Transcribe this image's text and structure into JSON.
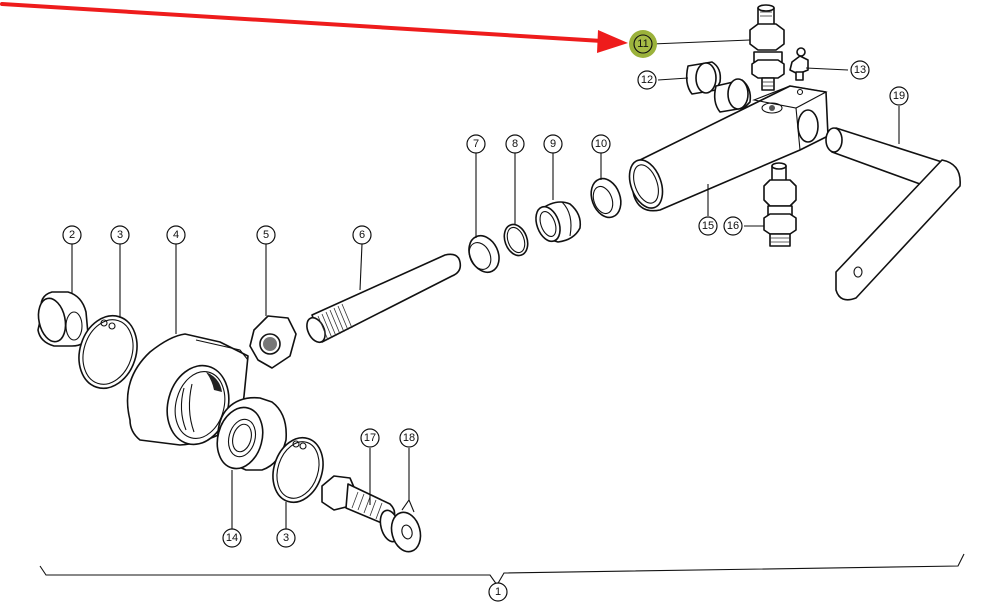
{
  "diagram": {
    "type": "exploded-parts-diagram",
    "highlight": {
      "callout": "11",
      "arrow_color": "#ee1c1c",
      "marker_color": "#9bb23b"
    },
    "callouts": [
      {
        "id": "1",
        "label": "1"
      },
      {
        "id": "2",
        "label": "2"
      },
      {
        "id": "3a",
        "label": "3"
      },
      {
        "id": "3b",
        "label": "3"
      },
      {
        "id": "4",
        "label": "4"
      },
      {
        "id": "5",
        "label": "5"
      },
      {
        "id": "6",
        "label": "6"
      },
      {
        "id": "7",
        "label": "7"
      },
      {
        "id": "8",
        "label": "8"
      },
      {
        "id": "9",
        "label": "9"
      },
      {
        "id": "10",
        "label": "10"
      },
      {
        "id": "11",
        "label": "11"
      },
      {
        "id": "12",
        "label": "12"
      },
      {
        "id": "13",
        "label": "13"
      },
      {
        "id": "14",
        "label": "14"
      },
      {
        "id": "15",
        "label": "15"
      },
      {
        "id": "16",
        "label": "16"
      },
      {
        "id": "17",
        "label": "17"
      },
      {
        "id": "18",
        "label": "18"
      },
      {
        "id": "19",
        "label": "19"
      }
    ],
    "parts": [
      {
        "callout": "2",
        "name": "bushing"
      },
      {
        "callout": "3",
        "name": "circlip"
      },
      {
        "callout": "4",
        "name": "eye-housing"
      },
      {
        "callout": "5",
        "name": "hex-nut"
      },
      {
        "callout": "6",
        "name": "threaded-pin"
      },
      {
        "callout": "7",
        "name": "threaded-ring"
      },
      {
        "callout": "8",
        "name": "snap-ring"
      },
      {
        "callout": "9",
        "name": "grooved-sleeve"
      },
      {
        "callout": "10",
        "name": "seal-ring"
      },
      {
        "callout": "11",
        "name": "grease-nipple-fitting"
      },
      {
        "callout": "12",
        "name": "bushings-pair"
      },
      {
        "callout": "13",
        "name": "small-grease-nipple"
      },
      {
        "callout": "14",
        "name": "bearing"
      },
      {
        "callout": "15",
        "name": "tube-housing"
      },
      {
        "callout": "16",
        "name": "fitting"
      },
      {
        "callout": "17",
        "name": "bolt"
      },
      {
        "callout": "18",
        "name": "washer"
      },
      {
        "callout": "19",
        "name": "crank-lever"
      }
    ]
  }
}
